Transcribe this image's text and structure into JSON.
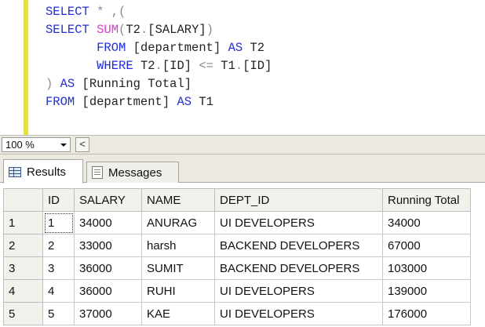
{
  "editor": {
    "lines": [
      [
        {
          "t": "SELECT",
          "c": "kw"
        },
        {
          "t": " ",
          "c": "tx"
        },
        {
          "t": "*",
          "c": "gr"
        },
        {
          "t": " ",
          "c": "tx"
        },
        {
          "t": ",(",
          "c": "gr"
        }
      ],
      [
        {
          "t": "SELECT",
          "c": "kw"
        },
        {
          "t": " ",
          "c": "tx"
        },
        {
          "t": "SUM",
          "c": "fn"
        },
        {
          "t": "(",
          "c": "gr"
        },
        {
          "t": "T2",
          "c": "tx"
        },
        {
          "t": ".",
          "c": "gr"
        },
        {
          "t": "[SALARY]",
          "c": "tx"
        },
        {
          "t": ")",
          "c": "gr"
        }
      ],
      [
        {
          "t": "       ",
          "c": "tx"
        },
        {
          "t": "FROM",
          "c": "kw"
        },
        {
          "t": " [department] ",
          "c": "tx"
        },
        {
          "t": "AS",
          "c": "kw"
        },
        {
          "t": " T2",
          "c": "tx"
        }
      ],
      [
        {
          "t": "       ",
          "c": "tx"
        },
        {
          "t": "WHERE",
          "c": "kw"
        },
        {
          "t": " T2",
          "c": "tx"
        },
        {
          "t": ".",
          "c": "gr"
        },
        {
          "t": "[ID] ",
          "c": "tx"
        },
        {
          "t": "<=",
          "c": "gr"
        },
        {
          "t": " T1",
          "c": "tx"
        },
        {
          "t": ".",
          "c": "gr"
        },
        {
          "t": "[ID]",
          "c": "tx"
        }
      ],
      [
        {
          "t": ")",
          "c": "gr"
        },
        {
          "t": " ",
          "c": "tx"
        },
        {
          "t": "AS",
          "c": "kw"
        },
        {
          "t": " [Running Total]",
          "c": "tx"
        }
      ],
      [
        {
          "t": "FROM",
          "c": "kw"
        },
        {
          "t": " [department] ",
          "c": "tx"
        },
        {
          "t": "AS",
          "c": "kw"
        },
        {
          "t": " T1",
          "c": "tx"
        }
      ]
    ]
  },
  "zoom": {
    "value": "100 %",
    "scroll_left_glyph": "<"
  },
  "tabs": {
    "results": "Results",
    "messages": "Messages"
  },
  "grid": {
    "columns": [
      "ID",
      "SALARY",
      "NAME",
      "DEPT_ID",
      "Running Total"
    ],
    "rows": [
      {
        "n": "1",
        "cells": [
          "1",
          "34000",
          "ANURAG",
          "UI DEVELOPERS",
          "34000"
        ]
      },
      {
        "n": "2",
        "cells": [
          "2",
          "33000",
          "harsh",
          "BACKEND DEVELOPERS",
          "67000"
        ]
      },
      {
        "n": "3",
        "cells": [
          "3",
          "36000",
          "SUMIT",
          "BACKEND DEVELOPERS",
          "103000"
        ]
      },
      {
        "n": "4",
        "cells": [
          "4",
          "36000",
          "RUHI",
          "UI DEVELOPERS",
          "139000"
        ]
      },
      {
        "n": "5",
        "cells": [
          "5",
          "37000",
          "KAE",
          "UI DEVELOPERS",
          "176000"
        ]
      }
    ]
  }
}
